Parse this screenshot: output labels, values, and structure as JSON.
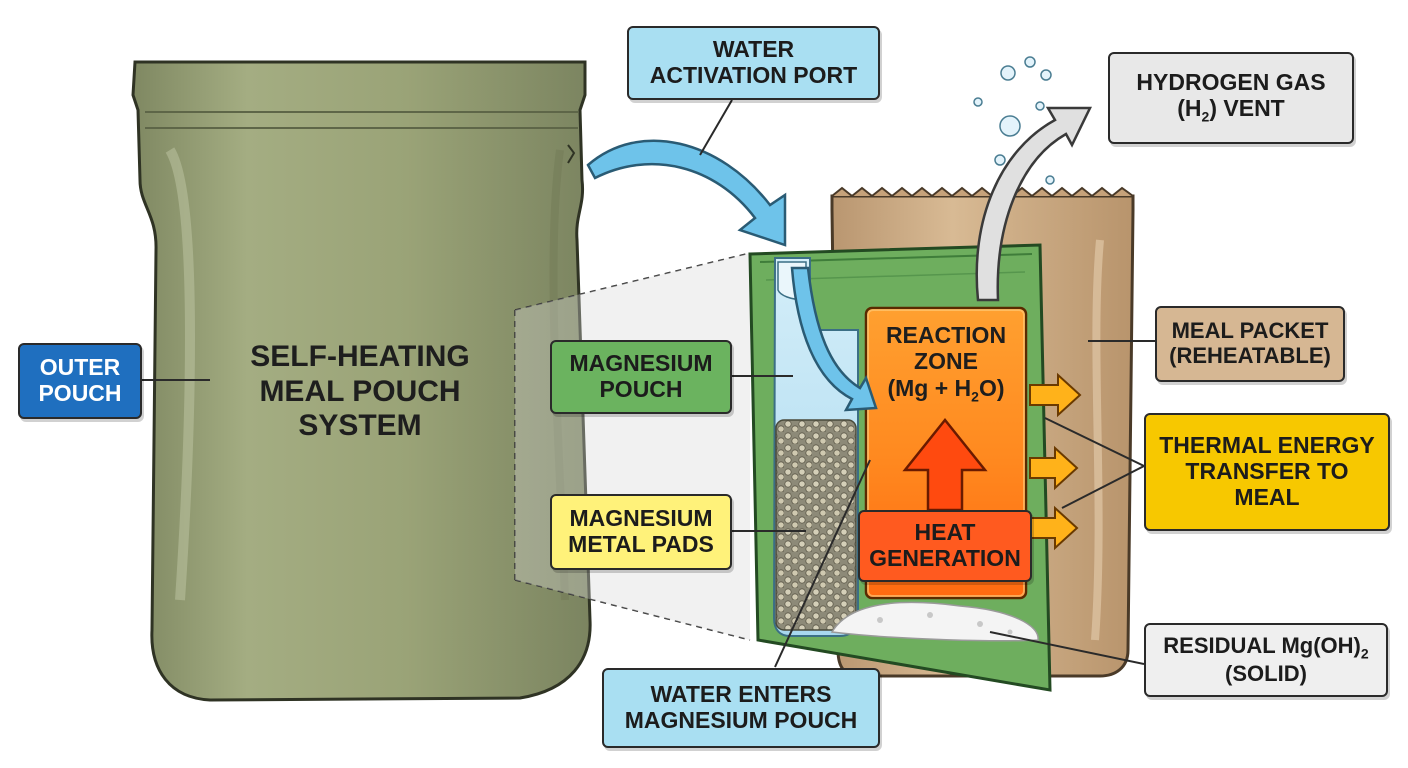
{
  "title": {
    "lines": [
      "SELF-HEATING",
      "MEAL POUCH",
      "SYSTEM"
    ]
  },
  "labels": {
    "outer_pouch": {
      "lines": [
        "OUTER",
        "POUCH"
      ],
      "color": "#1f6fbf"
    },
    "water_activation_port": {
      "lines": [
        "WATER",
        "ACTIVATION PORT"
      ],
      "color": "#a9dff2"
    },
    "hydrogen_vent": {
      "line1": "HYDROGEN GAS",
      "line2_prefix": "(H",
      "line2_sub": "2",
      "line2_suffix": ") VENT",
      "color": "#e8e8e8"
    },
    "magnesium_pouch": {
      "lines": [
        "MAGNESIUM",
        "POUCH"
      ],
      "color": "#6bb35f"
    },
    "magnesium_metal_pads": {
      "lines": [
        "MAGNESIUM",
        "METAL PADS"
      ],
      "color": "#fff27a"
    },
    "reaction_zone": {
      "line1": "REACTION",
      "line2": "ZONE",
      "line3_prefix": "(Mg + H",
      "line3_sub": "2",
      "line3_suffix": "O)"
    },
    "heat_generation": {
      "lines": [
        "HEAT",
        "GENERATION"
      ],
      "color": "#ff5a1f"
    },
    "meal_packet": {
      "lines": [
        "MEAL PACKET",
        "(REHEATABLE)"
      ],
      "color": "#d6b793"
    },
    "thermal_energy": {
      "lines": [
        "THERMAL ENERGY",
        "TRANSFER TO",
        "MEAL"
      ],
      "color": "#f7c800"
    },
    "residual": {
      "line1_prefix": "RESIDUAL Mg(OH)",
      "line1_sub": "2",
      "line2": "(SOLID)",
      "color": "#efefef"
    },
    "water_enters": {
      "lines": [
        "WATER ENTERS",
        "MAGNESIUM POUCH"
      ],
      "color": "#a9dff2"
    }
  },
  "colors": {
    "outer_pouch_fill": "#9aa377",
    "magnesium_pouch_fill": "#6eae5e",
    "meal_packet_fill": "#cfae86",
    "water": "#bfe6f5",
    "reaction_orange": "#ff8c1a"
  }
}
